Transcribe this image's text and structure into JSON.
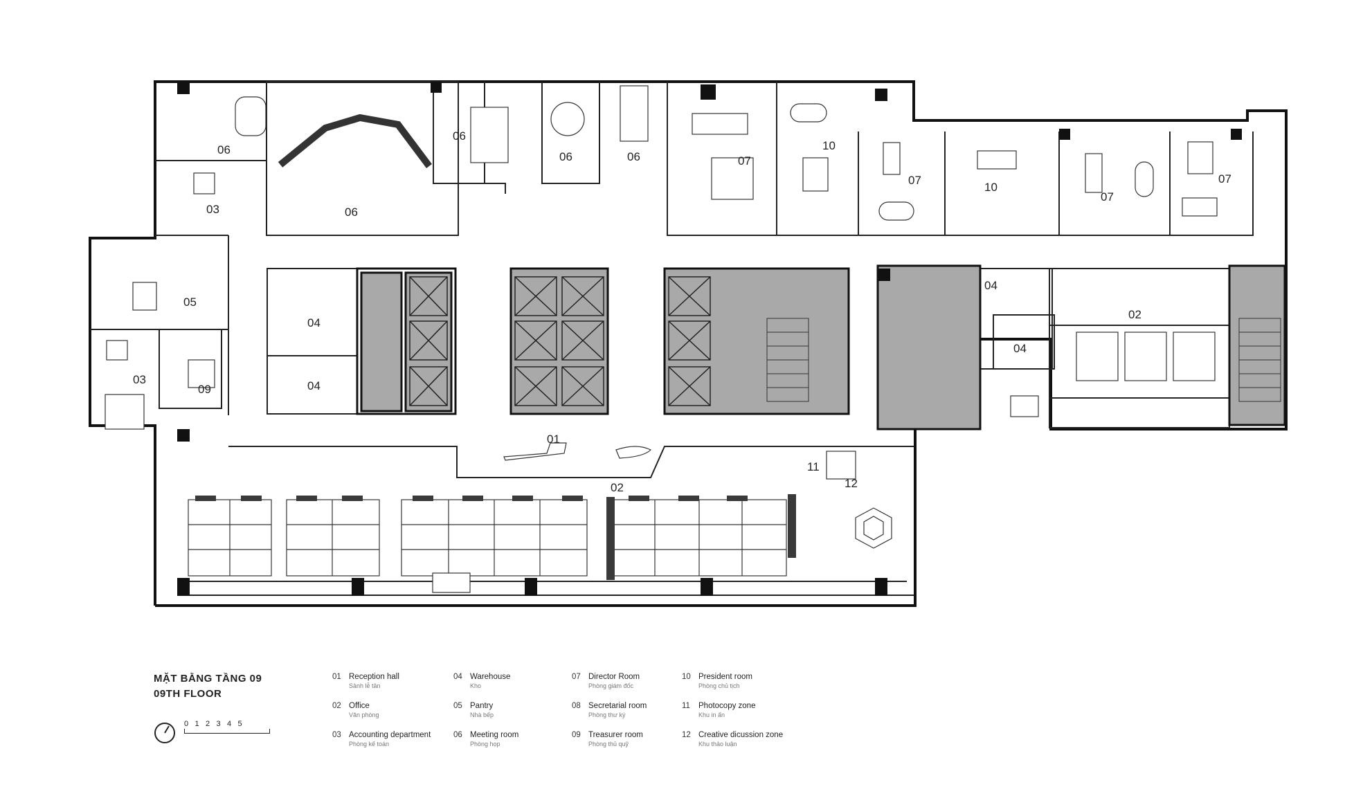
{
  "title": {
    "line1": "MẶT BẰNG TẦNG 09",
    "line2": "09TH FLOOR"
  },
  "scale": {
    "ticks": [
      "0",
      "1",
      "2",
      "3",
      "4",
      "5"
    ]
  },
  "legend": [
    {
      "num": "01",
      "en": "Reception hall",
      "vi": "Sảnh lễ tân"
    },
    {
      "num": "02",
      "en": "Office",
      "vi": "Văn phòng"
    },
    {
      "num": "03",
      "en": "Accounting department",
      "vi": "Phòng kế toán"
    },
    {
      "num": "04",
      "en": "Warehouse",
      "vi": "Kho"
    },
    {
      "num": "05",
      "en": "Pantry",
      "vi": "Nhà bếp"
    },
    {
      "num": "06",
      "en": "Meeting room",
      "vi": "Phòng họp"
    },
    {
      "num": "07",
      "en": "Director Room",
      "vi": "Phòng giám đốc"
    },
    {
      "num": "08",
      "en": "Secretarial room",
      "vi": "Phòng thư ký"
    },
    {
      "num": "09",
      "en": "Treasurer room",
      "vi": "Phòng thủ quỹ"
    },
    {
      "num": "10",
      "en": "President room",
      "vi": "Phòng chủ tịch"
    },
    {
      "num": "11",
      "en": "Photocopy zone",
      "vi": "Khu in ấn"
    },
    {
      "num": "12",
      "en": "Creative dicussion zone",
      "vi": "Khu thảo luận"
    }
  ],
  "room_labels": [
    "06",
    "06",
    "06",
    "06",
    "07",
    "10",
    "07",
    "10",
    "07",
    "07",
    "03",
    "05",
    "03",
    "09",
    "04",
    "04",
    "01",
    "02",
    "04",
    "04",
    "02",
    "11",
    "12"
  ],
  "colors": {
    "wall": "#111111",
    "core_fill": "#a9a9a9",
    "line": "#333333",
    "planter": "#3a3a3a"
  }
}
